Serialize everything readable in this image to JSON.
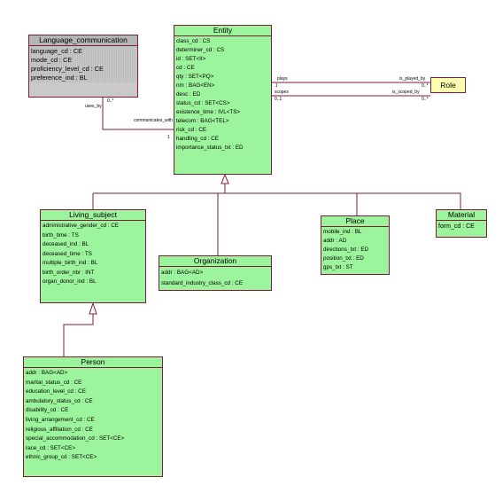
{
  "classes": {
    "entity": {
      "name": "Entity",
      "attributes": [
        "class_cd : CS",
        "determiner_cd : CS",
        "id : SET<II>",
        "cd : CE",
        "qty : SET<PQ>",
        "nm : BAG<EN>",
        "desc : ED",
        "status_cd : SET<CS>",
        "existence_time : IVL<TS>",
        "telecom : BAG<TEL>",
        "risk_cd : CE",
        "handling_cd : CE",
        "importance_status_txt : ED"
      ]
    },
    "language_communication": {
      "name": "Language_communication",
      "attributes": [
        "language_cd : CE",
        "mode_cd : CE",
        "proficiency_level_cd : CE",
        "preference_ind : BL"
      ]
    },
    "role": {
      "name": "Role",
      "attributes": []
    },
    "living_subject": {
      "name": "Living_subject",
      "attributes": [
        "administrative_gender_cd : CE",
        "birth_time : TS",
        "deceased_ind : BL",
        "deceased_time : TS",
        "multiple_birth_ind : BL",
        "birth_order_nbr : INT",
        "organ_donor_ind : BL"
      ]
    },
    "organization": {
      "name": "Organization",
      "attributes": [
        "addr : BAG<AD>",
        "standard_industry_class_cd : CE"
      ]
    },
    "place": {
      "name": "Place",
      "attributes": [
        "mobile_ind : BL",
        "addr : AD",
        "directions_txt : ED",
        "position_txt : ED",
        "gps_txt : ST"
      ]
    },
    "material": {
      "name": "Material",
      "attributes": [
        "form_cd : CE"
      ]
    },
    "person": {
      "name": "Person",
      "attributes": [
        "addr : BAG<AD>",
        "marital_status_cd : CE",
        "education_level_cd : CE",
        "ambulatory_status_cd : CE",
        "disability_cd : CE",
        "living_arrangement_cd : CE",
        "religious_affiliation_cd : CE",
        "special_accommodation_cd : SET<CE>",
        "race_cd : SET<CE>",
        "ethnic_group_cd : SET<CE>"
      ]
    }
  },
  "labels": {
    "plays": "plays",
    "is_played_by": "is_played_by",
    "scopes": "scopes",
    "is_scoped_by": "is_scoped_by",
    "communicates_with": "communicates_with",
    "uses": "uses_by",
    "mult_plays_entity": "1",
    "mult_plays_role": "0..*",
    "mult_scopes_entity": "0..1",
    "mult_scopes_role": "0..*",
    "mult_lang": "0..*",
    "mult_entity_lang": "1"
  }
}
